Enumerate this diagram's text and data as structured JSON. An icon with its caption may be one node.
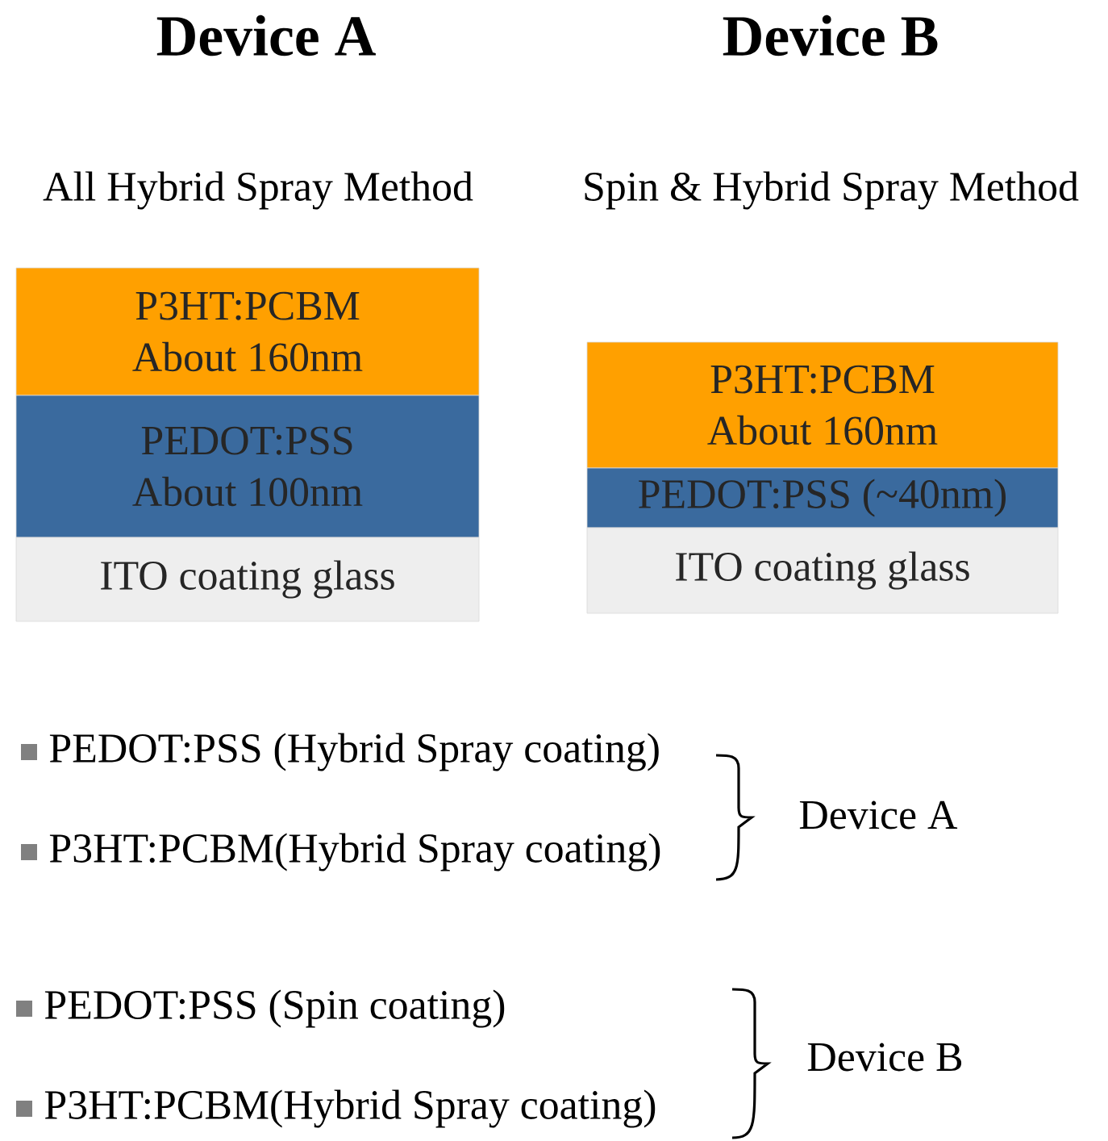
{
  "diagram": {
    "nodes": [
      {
        "text": [
          "P3HT:PCBM",
          "About 160nm"
        ]
      },
      {
        "text": [
          "PEDOT:PSS",
          "About 100nm"
        ]
      },
      {
        "text": [
          "ITO coating glass"
        ]
      },
      {
        "text": [
          "P3HT:PCBM",
          "About 160nm"
        ]
      },
      {
        "text": [
          "PEDOT:PSS (~40nm)"
        ]
      },
      {
        "text": [
          "ITO coating glass"
        ]
      }
    ],
    "labels": [
      "Device A",
      "Device B",
      "All Hybrid Spray Method",
      "Spin & Hybrid Spray Method",
      "PEDOT:PSS (Hybrid Spray coating)",
      "P3HT:PCBM(Hybrid Spray coating)",
      "Device A",
      "PEDOT:PSS (Spin coating)",
      "P3HT:PCBM(Hybrid Spray coating)",
      "Device B"
    ]
  }
}
